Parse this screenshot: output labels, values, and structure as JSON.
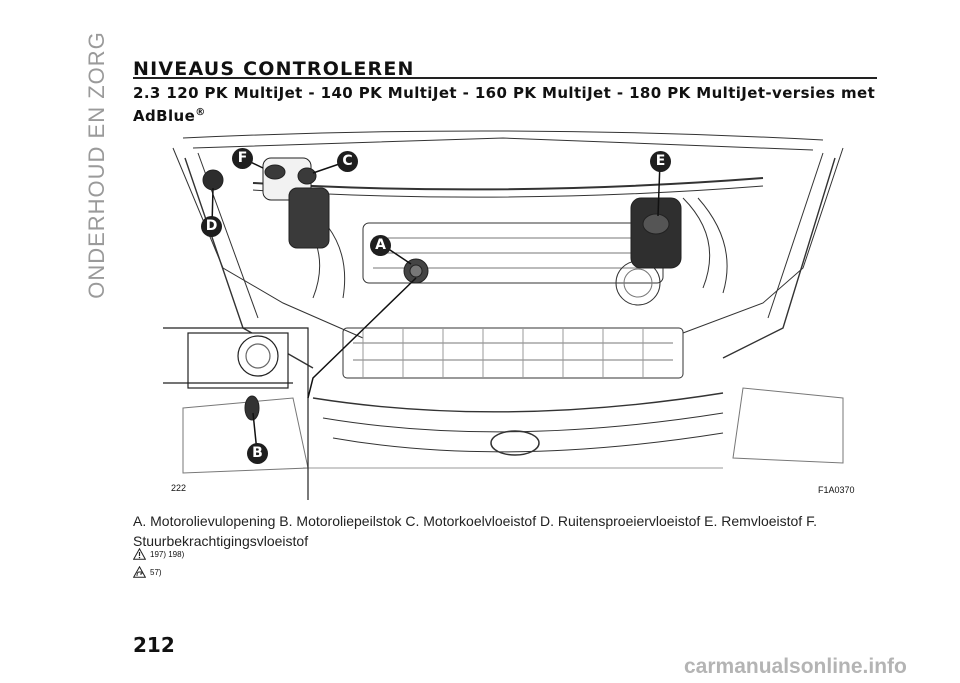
{
  "side_tab": {
    "label": "ONDERHOUD EN ZORG"
  },
  "header": {
    "title": "NIVEAUS CONTROLEREN",
    "subtitle_main": "2.3 120 PK MultiJet - 140 PK MultiJet - 160 PK MultiJet - 180 PK MultiJet-versies met AdBlue",
    "subtitle_sup": "®"
  },
  "figure": {
    "ref_left": "222",
    "ref_right": "F1A0370",
    "callouts": {
      "a": "A",
      "b": "B",
      "c": "C",
      "d": "D",
      "e": "E",
      "f": "F"
    },
    "badge_color": "#1e1e1e"
  },
  "caption": "A. Motorolievulopening B. Motoroliepeilstok C. Motorkoelvloeistof D. Ruitensproeiervloeistof E. Remvloeistof F. Stuurbekrachtigingsvloeistof",
  "notes": [
    {
      "icon": "warning-triangle-icon",
      "refs": "197)  198)"
    },
    {
      "icon": "hand-warning-icon",
      "refs": "57)"
    }
  ],
  "page_number": "212",
  "watermark": "carmanualsonline.info"
}
